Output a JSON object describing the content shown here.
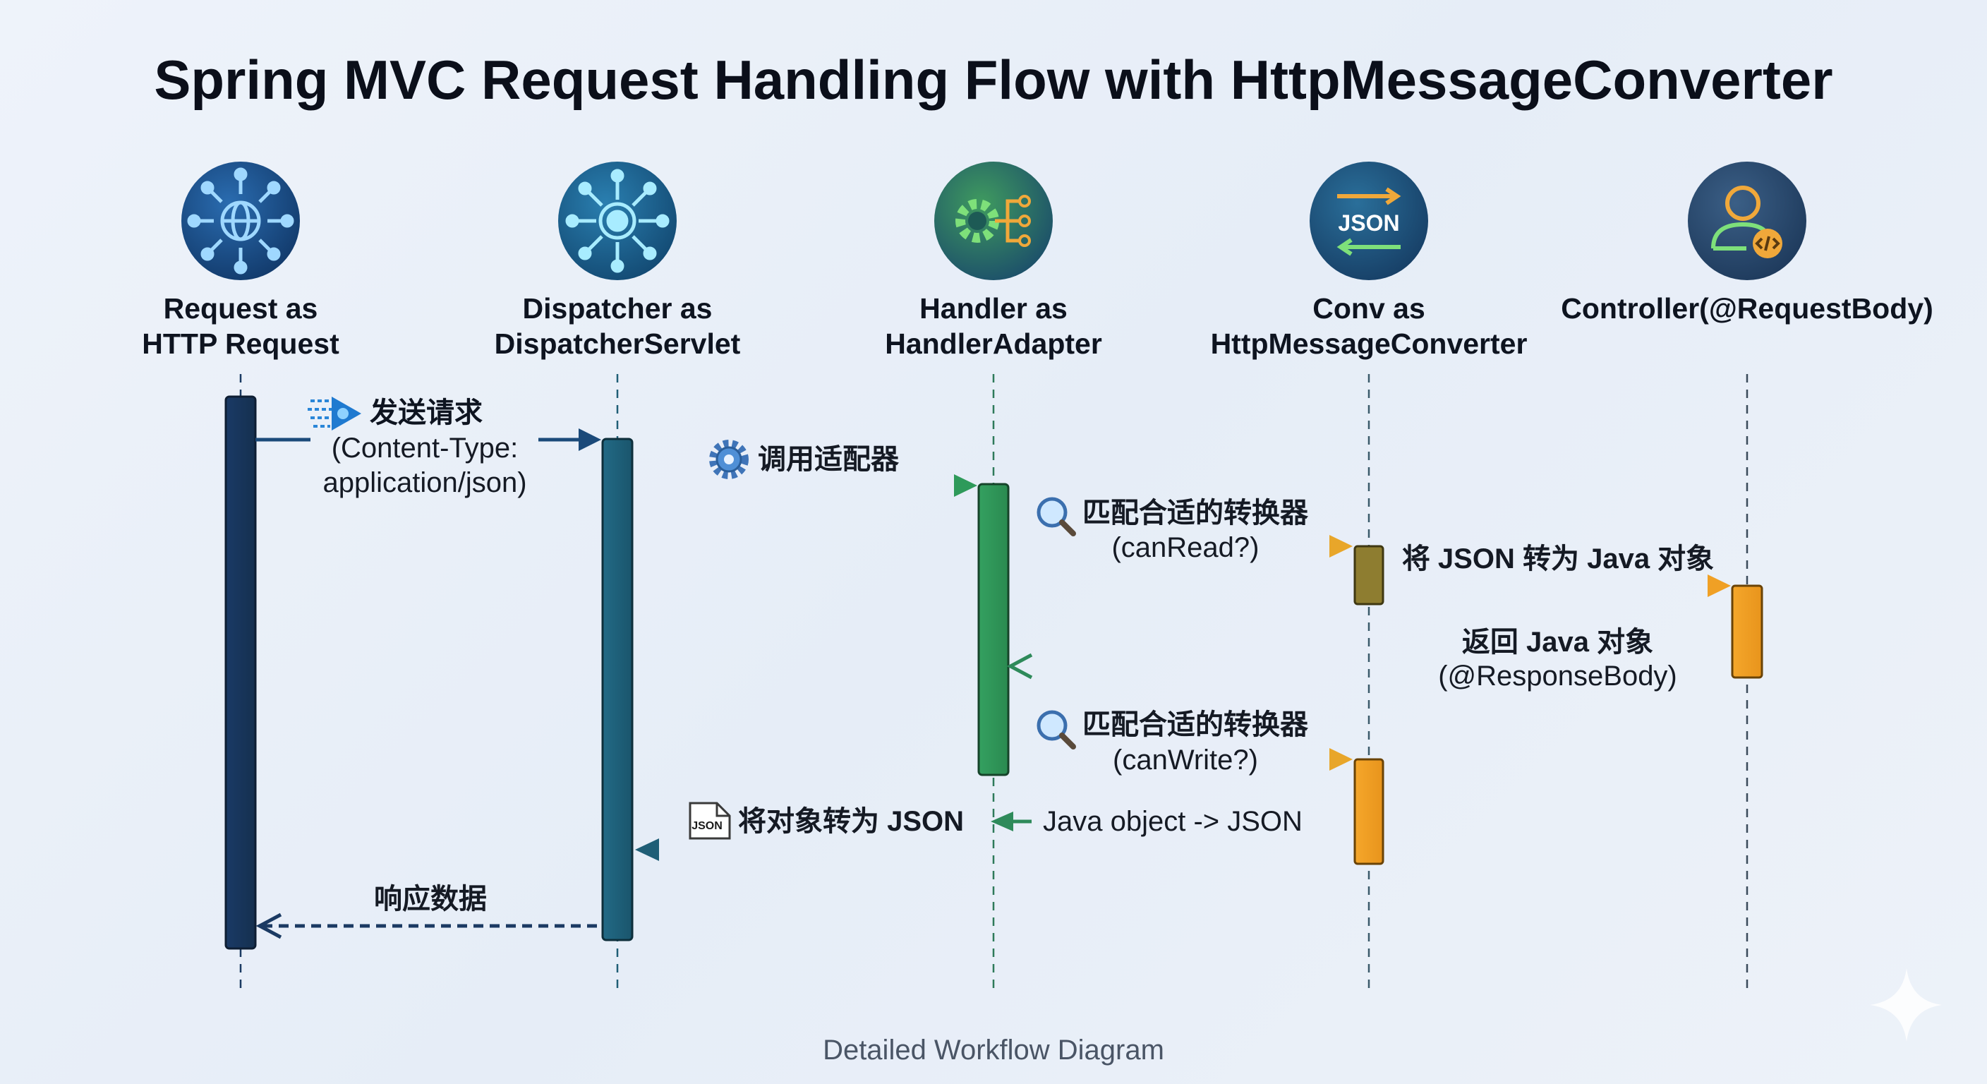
{
  "title": "Spring MVC Request Handling Flow with HttpMessageConverter",
  "footer": "Detailed Workflow Diagram",
  "participants": [
    {
      "line1": "Request as",
      "line2": "HTTP Request",
      "icon": "globe-network-icon",
      "color": "#1f4e85"
    },
    {
      "line1": "Dispatcher as",
      "line2": "DispatcherServlet",
      "icon": "hub-node-icon",
      "color": "#1d6a8a"
    },
    {
      "line1": "Handler as",
      "line2": "HandlerAdapter",
      "icon": "gear-branch-icon",
      "color": "#2f7f5a"
    },
    {
      "line1": "Conv as",
      "line2": "HttpMessageConverter",
      "icon": "json-convert-icon",
      "color": "#27567a"
    },
    {
      "line1": "Controller(@RequestBody)",
      "line2": "",
      "icon": "user-code-icon",
      "color": "#3a5a7a"
    }
  ],
  "messages": {
    "m1": {
      "line1": "发送请求",
      "line2": "(Content-Type:",
      "line3": "application/json)"
    },
    "m2": {
      "text": "调用适配器"
    },
    "m3": {
      "line1": "匹配合适的转换器",
      "line2": "(canRead?)"
    },
    "m4": {
      "text": "将 JSON 转为 Java 对象"
    },
    "m5": {
      "line1": "返回 Java 对象",
      "line2": "(@ResponseBody)"
    },
    "m6": {
      "line1": "匹配合适的转换器",
      "line2": "(canWrite?)"
    },
    "m7": {
      "text": "Java object -> JSON"
    },
    "m8": {
      "text": "将对象转为 JSON"
    },
    "m9": {
      "text": "响应数据"
    }
  },
  "icons": {
    "json_badge": "JSON",
    "json_file": "JSON"
  },
  "colors": {
    "request": "#1b3a63",
    "dispatcher": "#1f5e76",
    "handler": "#2e8b57",
    "conv_read": "#8a7a2e",
    "conv_write": "#f2a225",
    "controller": "#f0a02a"
  }
}
